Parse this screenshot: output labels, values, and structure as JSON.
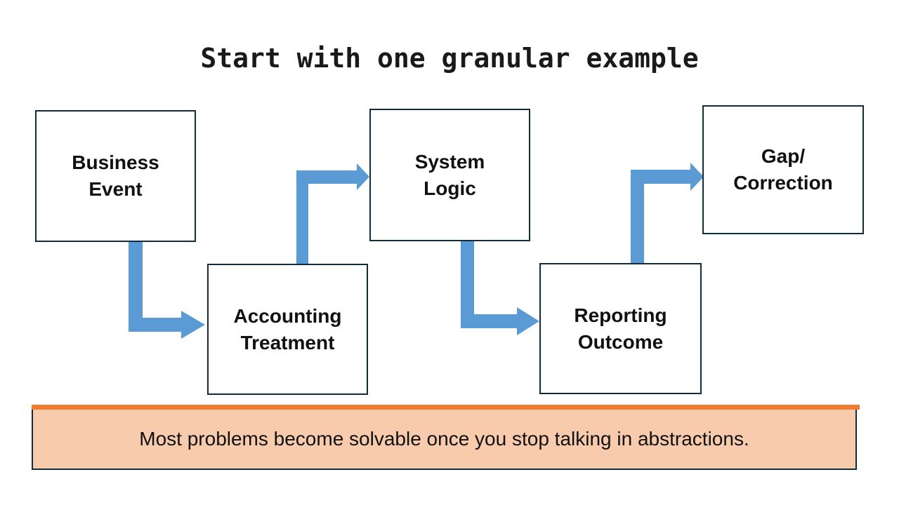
{
  "title": "Start with one granular example",
  "flow_boxes": [
    {
      "label": "Business\nEvent"
    },
    {
      "label": "Accounting\nTreatment"
    },
    {
      "label": "System\nLogic"
    },
    {
      "label": "Reporting\nOutcome"
    },
    {
      "label": "Gap/\nCorrection"
    }
  ],
  "banner": {
    "text": "Most problems become solvable once you stop talking in abstractions."
  },
  "colors": {
    "arrow": "#5B9BD5",
    "box_border": "#0F2D3C",
    "box_fill": "#FFFFFF",
    "banner_fill": "#F8CBAD",
    "banner_accent": "#ED7D31",
    "title_text": "#1A1A1A",
    "body_text": "#111111"
  }
}
